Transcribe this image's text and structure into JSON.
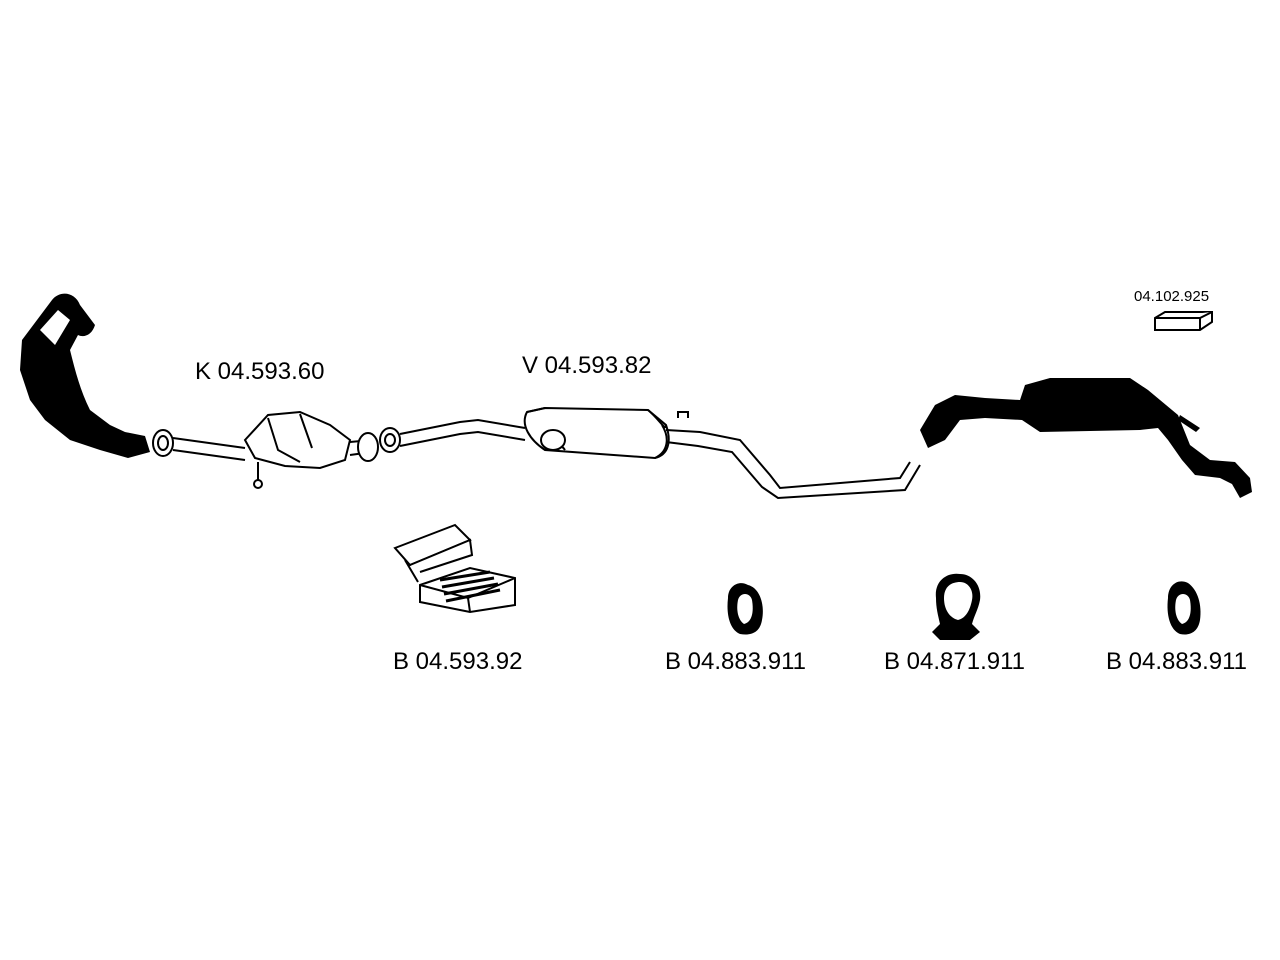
{
  "parts": {
    "manifold": {
      "name": ""
    },
    "catalyst": {
      "code": "K 04.593.60"
    },
    "middle_silencer": {
      "code": "V 04.593.82"
    },
    "rear_silencer": {
      "code": ""
    },
    "small_part": {
      "code": "04.102.925"
    }
  },
  "accessories": [
    {
      "code": "B 04.593.92"
    },
    {
      "code": "B 04.883.911"
    },
    {
      "code": "B 04.871.911"
    },
    {
      "code": "B 04.883.911"
    }
  ],
  "colors": {
    "line": "#000000",
    "fill": "#ffffff"
  }
}
